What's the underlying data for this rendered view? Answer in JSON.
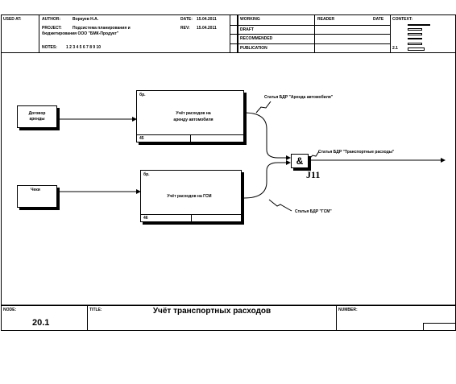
{
  "header": {
    "used_at": "USED AT:",
    "author_label": "AUTHOR:",
    "author_value": "Воркуев Н.А.",
    "project_label": "PROJECT:",
    "project_value_line1": "Подсистема планирования и",
    "project_value_line2": "бюджетирования ООО \"БМК-Продукт\"",
    "date_label": "DATE:",
    "date_value": "15.04.2011",
    "rev_label": "REV:",
    "rev_value": "15.04.2011",
    "notes_label": "NOTES:",
    "notes_value": "1  2  3  4  5  6  7  8  9  10",
    "status": [
      "WORKING",
      "DRAFT",
      "RECOMMENDED",
      "PUBLICATION"
    ],
    "reader_label": "READER",
    "reader_date_label": "DATE",
    "context_label": "CONTEXT:",
    "context_node": "2.1"
  },
  "diagram": {
    "inputs": [
      {
        "label_line1": "Договор",
        "label_line2": "аренды"
      },
      {
        "label_line1": "Чеки",
        "label_line2": ""
      }
    ],
    "activities": [
      {
        "label_line1": "Учёт расходов на",
        "label_line2": "аренду автомобиля",
        "tag": "бр.",
        "number": "45"
      },
      {
        "label_line1": "Учёт расходов на ГСМ",
        "label_line2": "",
        "tag": "бр.",
        "number": "46"
      }
    ],
    "junction": {
      "symbol": "&",
      "id": "J11"
    },
    "arrows": {
      "rent_article": "Статья БДР \"Аренда автомобиля\"",
      "output_article": "Статья БДР \"Транспортные расходы\"",
      "fuel_article": "Статья БДР \"ГСМ\""
    }
  },
  "footer": {
    "node_label": "NODE:",
    "node_value": "20.1",
    "title_label": "TITLE:",
    "title_value": "Учёт транспортных расходов",
    "number_label": "NUMBER:"
  }
}
